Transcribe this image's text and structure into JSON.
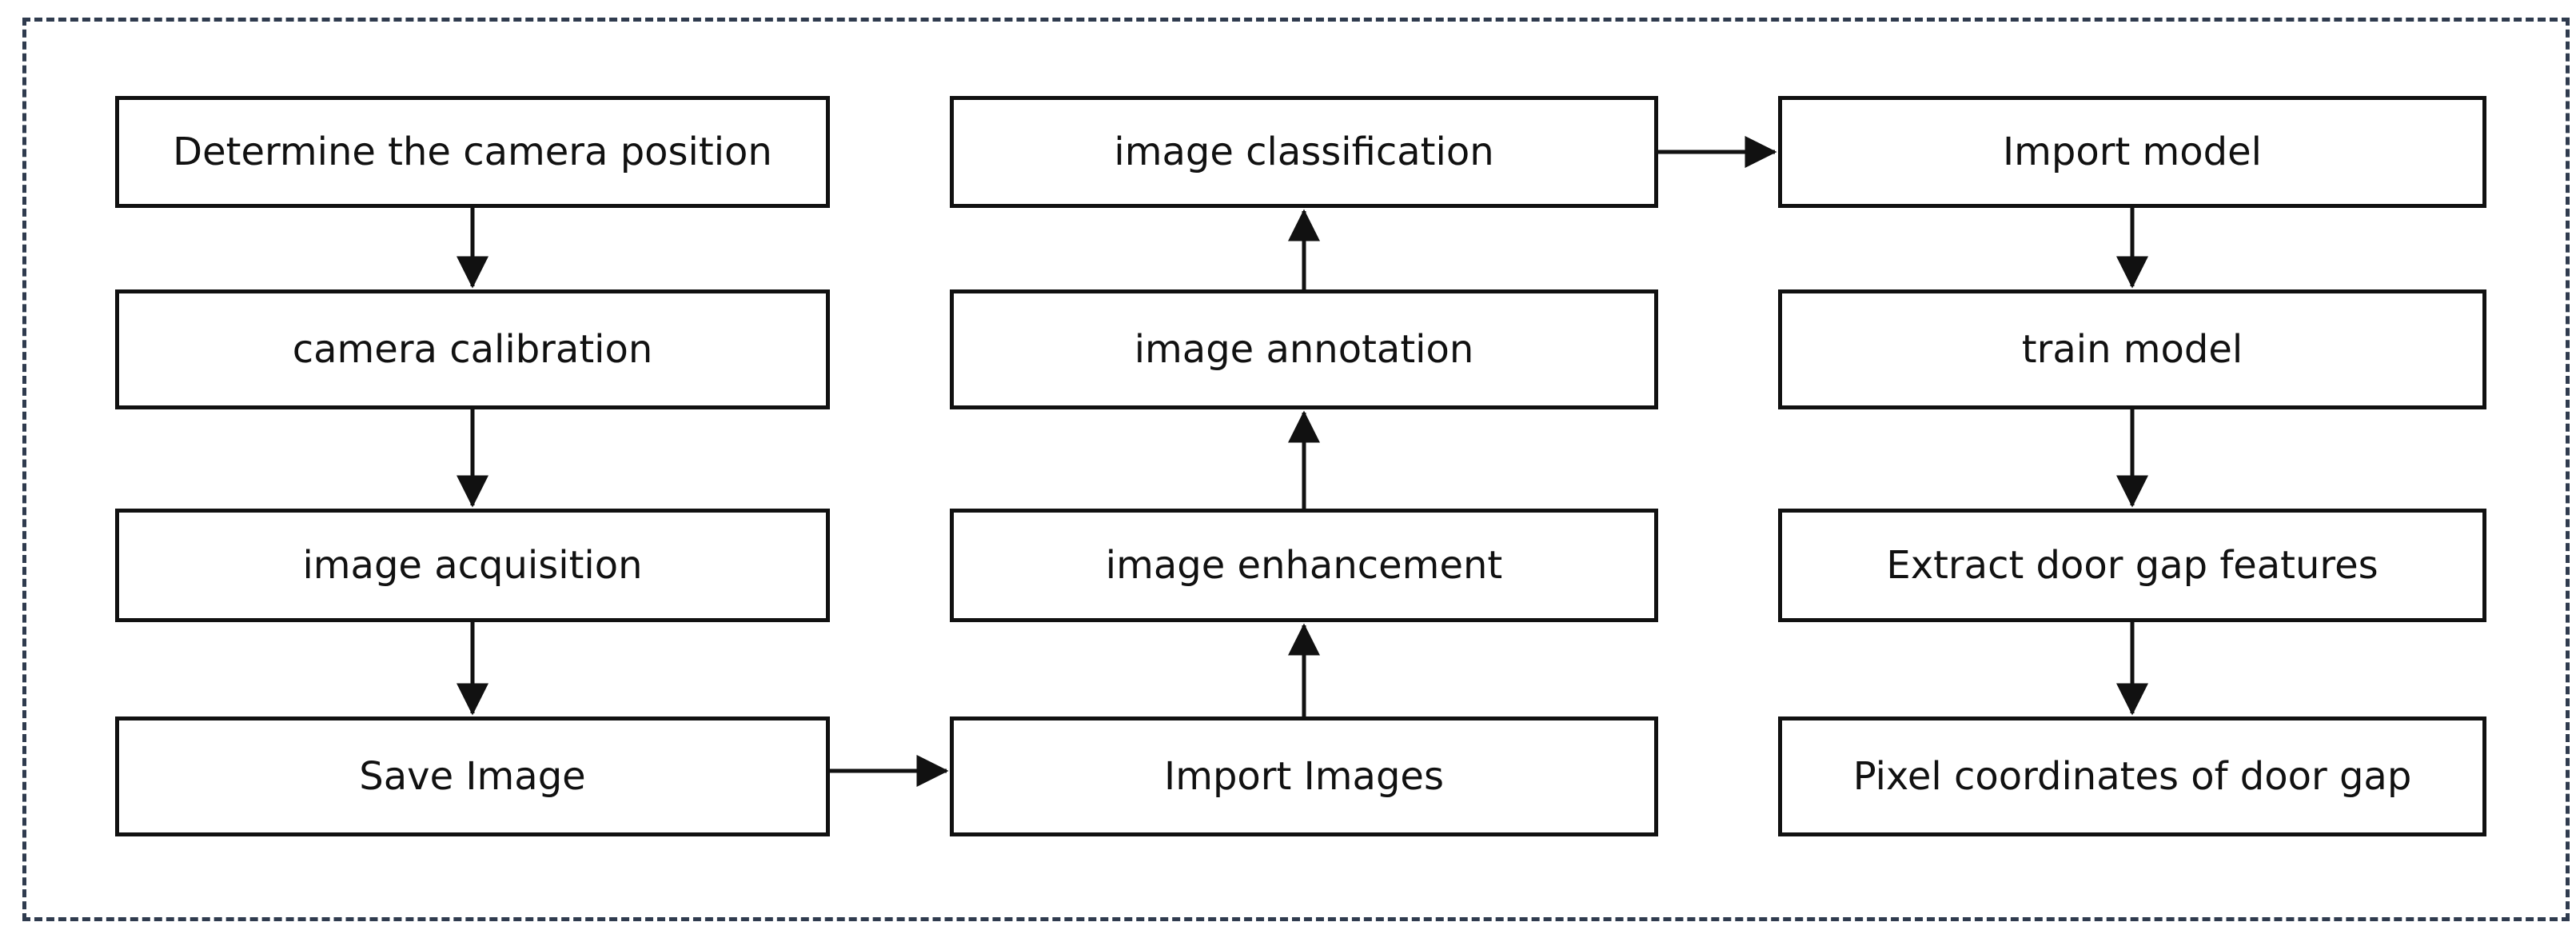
{
  "flowchart": {
    "columns": [
      {
        "steps": [
          "Determine the camera position",
          "camera calibration",
          "image acquisition",
          "Save Image"
        ]
      },
      {
        "steps": [
          "image classification",
          "image annotation",
          "image enhancement",
          "Import Images"
        ]
      },
      {
        "steps": [
          "Import model",
          "train model",
          "Extract door gap features",
          "Pixel coordinates of door gap"
        ]
      }
    ],
    "edges": [
      {
        "from": "Determine the camera position",
        "to": "camera calibration"
      },
      {
        "from": "camera calibration",
        "to": "image acquisition"
      },
      {
        "from": "image acquisition",
        "to": "Save Image"
      },
      {
        "from": "Save Image",
        "to": "Import Images"
      },
      {
        "from": "Import Images",
        "to": "image enhancement"
      },
      {
        "from": "image enhancement",
        "to": "image annotation"
      },
      {
        "from": "image annotation",
        "to": "image classification"
      },
      {
        "from": "image classification",
        "to": "Import model"
      },
      {
        "from": "Import model",
        "to": "train model"
      },
      {
        "from": "train model",
        "to": "Extract door gap features"
      },
      {
        "from": "Extract door gap features",
        "to": "Pixel coordinates of door gap"
      }
    ],
    "line_color": "#111111",
    "frame_color": "#2f3b4e"
  }
}
